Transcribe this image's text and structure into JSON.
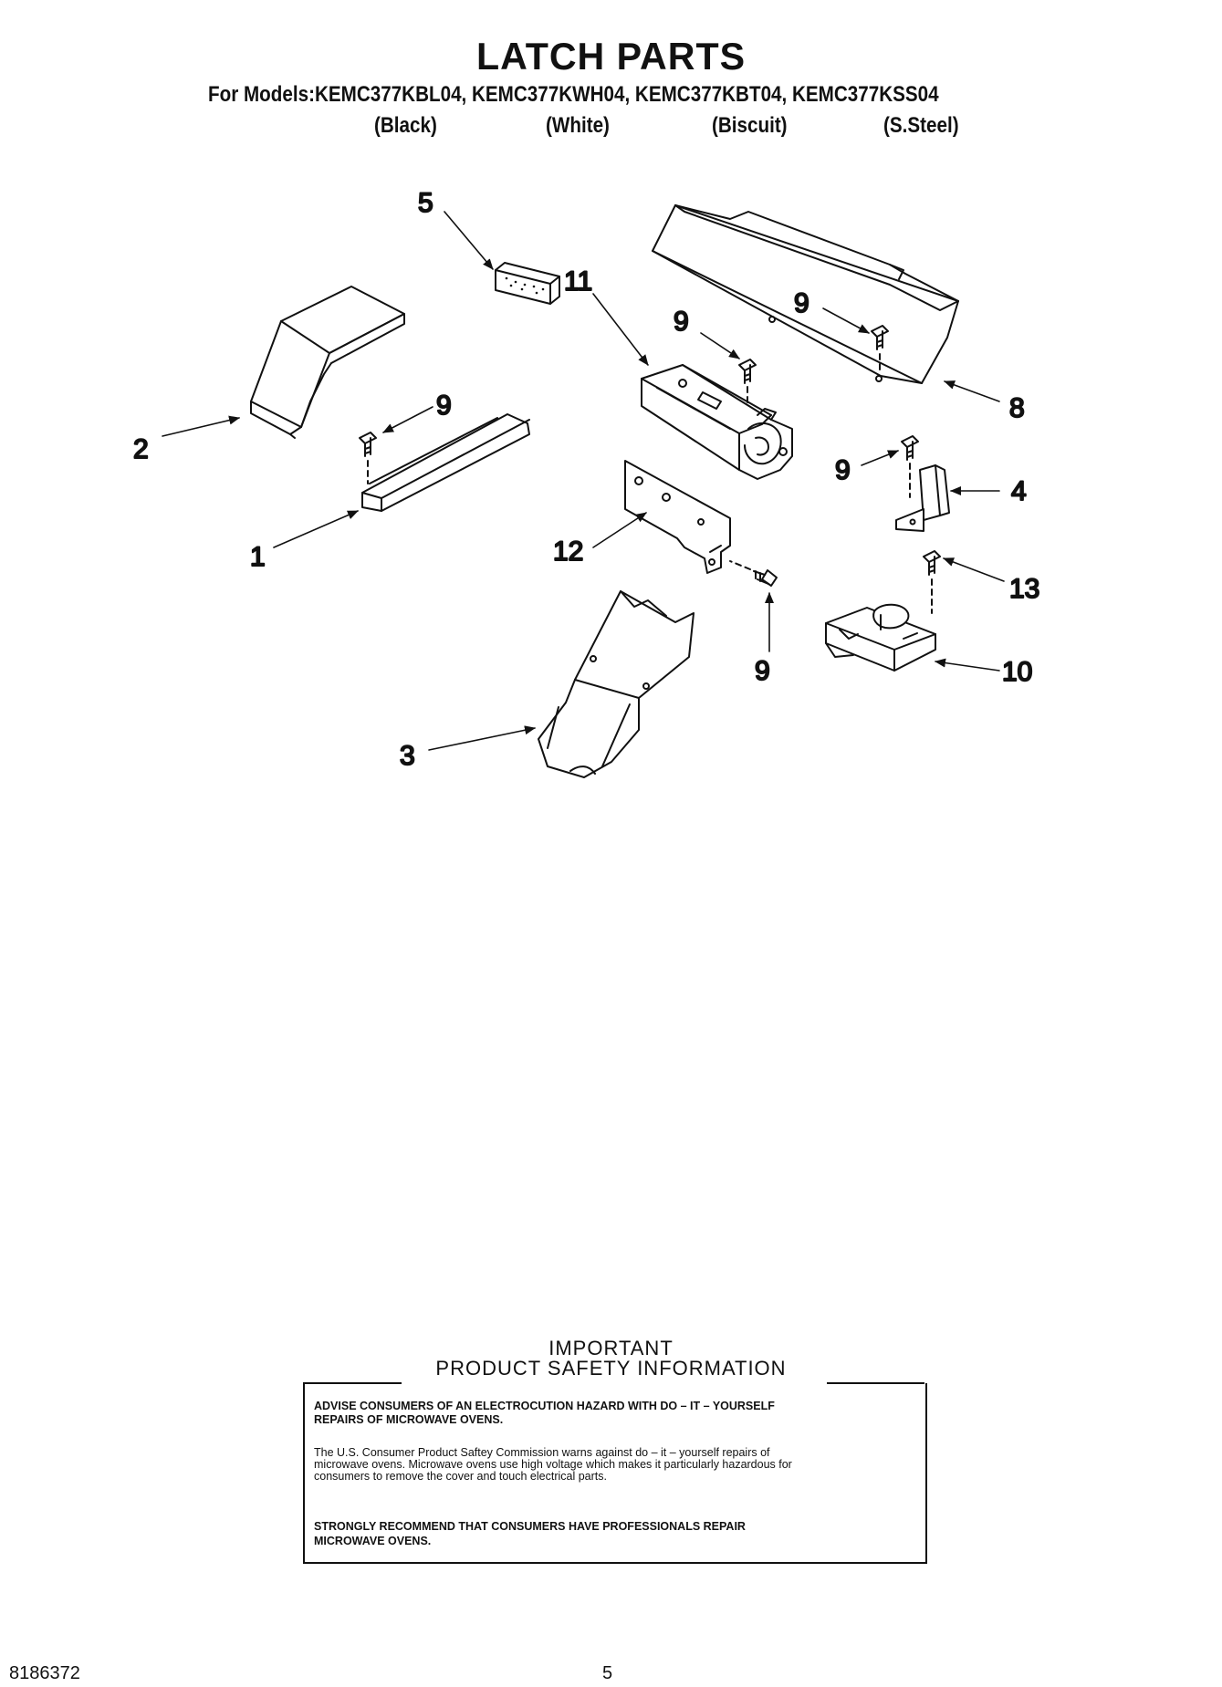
{
  "header": {
    "title": "LATCH PARTS",
    "models_line": "For Models:KEMC377KBL04, KEMC377KWH04, KEMC377KBT04, KEMC377KSS04",
    "colors": [
      "(Black)",
      "(White)",
      "(Biscuit)",
      "(S.Steel)"
    ]
  },
  "callouts": [
    "5",
    "11",
    "9",
    "9",
    "8",
    "2",
    "9",
    "9",
    "4",
    "1",
    "12",
    "13",
    "9",
    "10",
    "3"
  ],
  "safety": {
    "heading1": "IMPORTANT",
    "heading2": "PRODUCT   SAFETY   INFORMATION",
    "p1_line1": "ADVISE CONSUMERS OF AN ELECTROCUTION HAZARD WITH DO – IT – YOURSELF",
    "p1_line2": "REPAIRS OF MICROWAVE OVENS.",
    "p2_line1": "The U.S. Consumer Product Saftey Commission warns against do – it – yourself repairs of",
    "p2_line2": "microwave ovens. Microwave ovens use high voltage which makes it particularly hazardous for",
    "p2_line3": "consumers to remove the cover and touch electrical parts.",
    "p3_line1": "STRONGLY RECOMMEND THAT CONSUMERS HAVE PROFESSIONALS REPAIR",
    "p3_line2": "MICROWAVE OVENS."
  },
  "footer": {
    "doc_number": "8186372",
    "page_number": "5"
  }
}
